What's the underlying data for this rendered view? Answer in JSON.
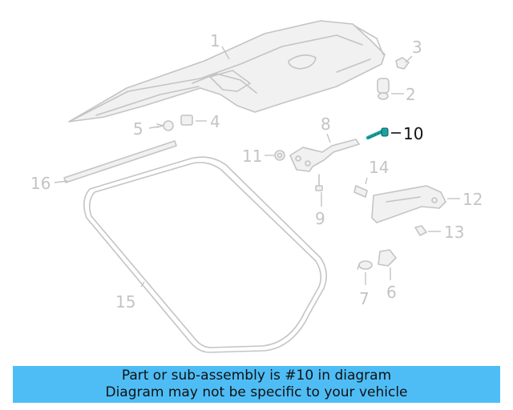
{
  "diagram": {
    "callouts": [
      "1",
      "2",
      "3",
      "4",
      "5",
      "6",
      "7",
      "8",
      "9",
      "10",
      "11",
      "12",
      "13",
      "14",
      "15",
      "16"
    ],
    "highlighted_part": "10",
    "colors": {
      "part_line": "#c4c4c4",
      "highlight_part": "#1aa3a3",
      "highlight_label": "#111111"
    }
  },
  "banner": {
    "line1": "Part or sub-assembly is #10 in diagram",
    "line2": "Diagram may not be specific to your vehicle",
    "color": "#4fbdf5"
  }
}
